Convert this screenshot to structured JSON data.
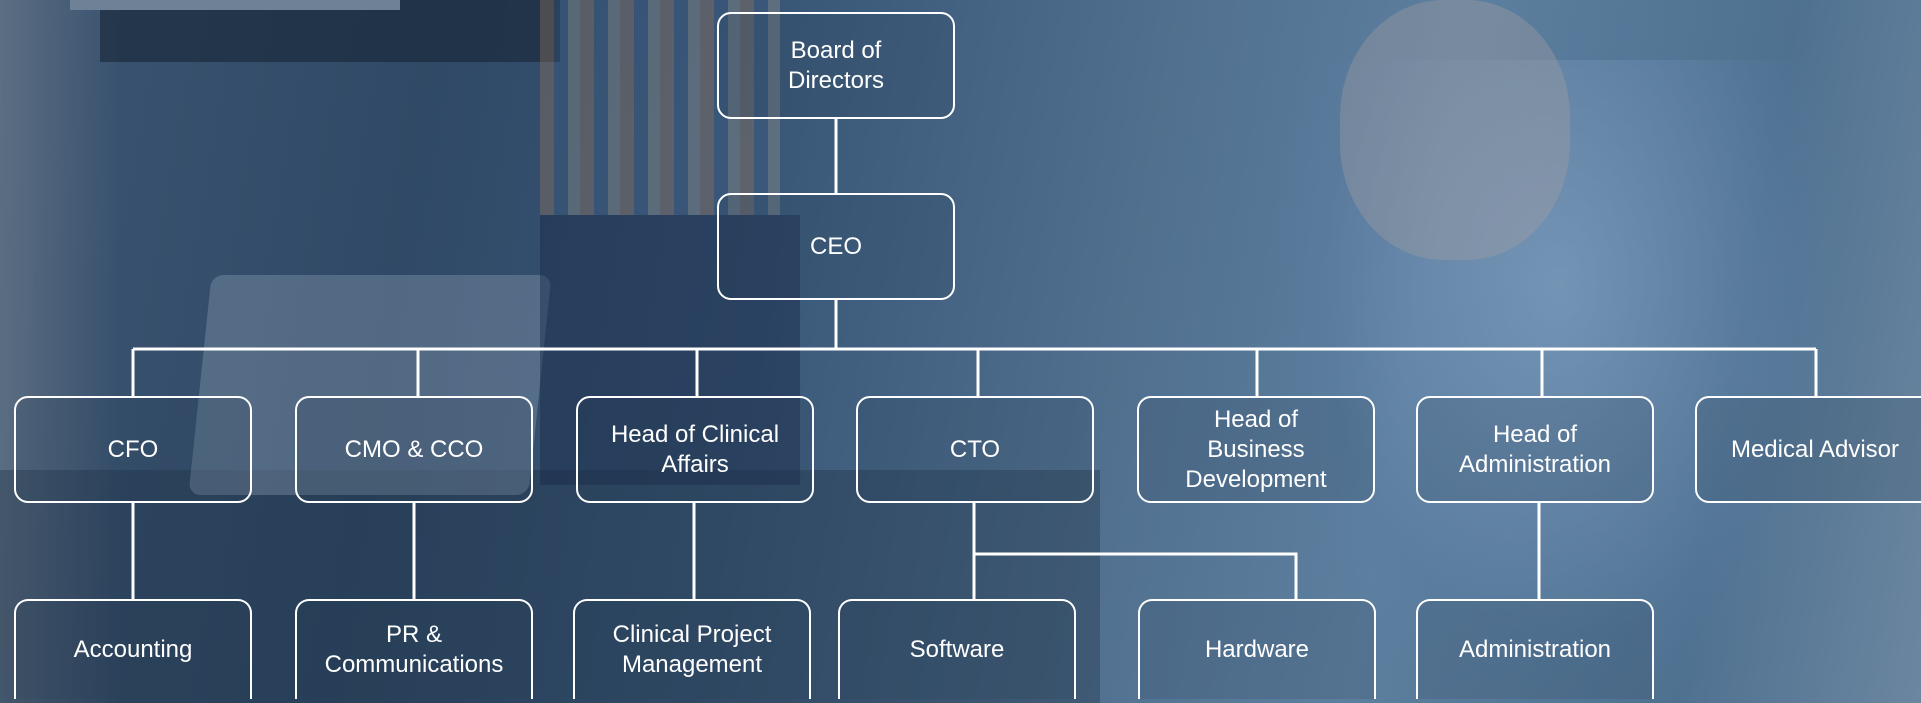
{
  "org_chart": {
    "top": {
      "board": "Board of\nDirectors",
      "ceo": "CEO"
    },
    "executives": [
      "CFO",
      "CMO & CCO",
      "Head of Clinical\nAffairs",
      "CTO",
      "Head of\nBusiness\nDevelopment",
      "Head of\nAdministration",
      "Medical Advisor"
    ],
    "departments": [
      "Accounting",
      "PR &\nCommunications",
      "Clinical Project\nManagement",
      "Software",
      "Hardware",
      "Administration"
    ]
  },
  "colors": {
    "line": "#ffffff",
    "overlay": "#3c5a7a"
  }
}
